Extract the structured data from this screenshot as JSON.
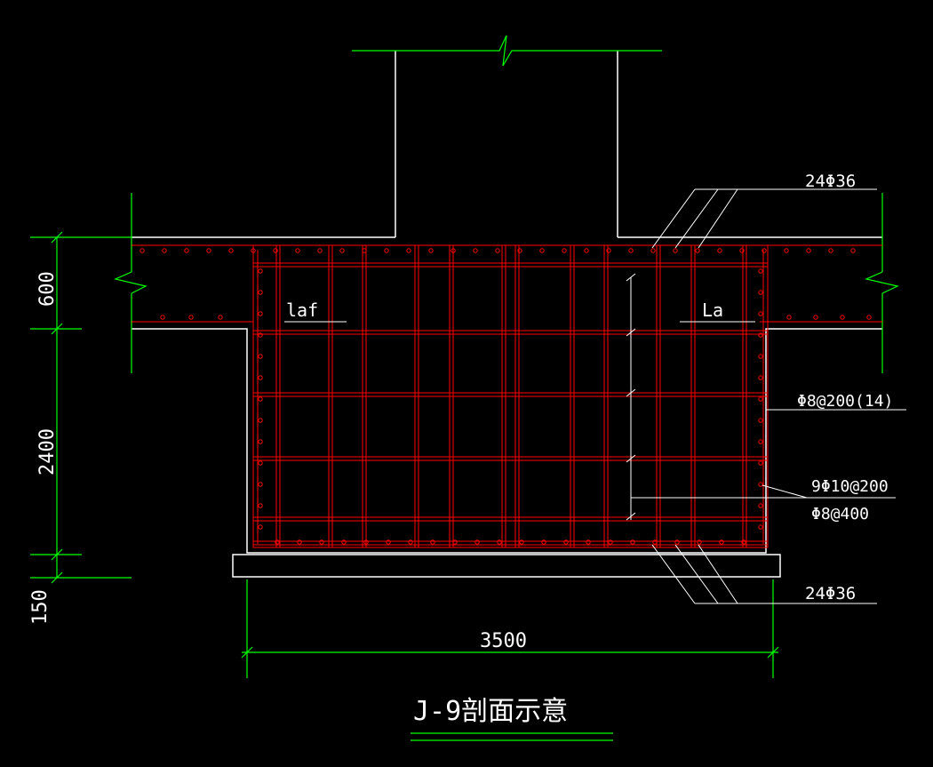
{
  "title": "J-9剖面示意",
  "dimensions": {
    "top_slab": "600",
    "pit_depth": "2400",
    "cushion": "150",
    "width": "3500"
  },
  "labels": {
    "left_anchor": "laf",
    "right_anchor": "La",
    "top_bars": "24Φ36",
    "bottom_bars": "24Φ36",
    "side_stirrup": "Φ8@200(14)",
    "wall_bars": "9Φ10@200",
    "tie_bars": "Φ8@400"
  },
  "colors": {
    "background": "#000000",
    "outline": "#ffffff",
    "rebar": "#ff0000",
    "dimension": "#00ff00",
    "text": "#ffffff"
  }
}
